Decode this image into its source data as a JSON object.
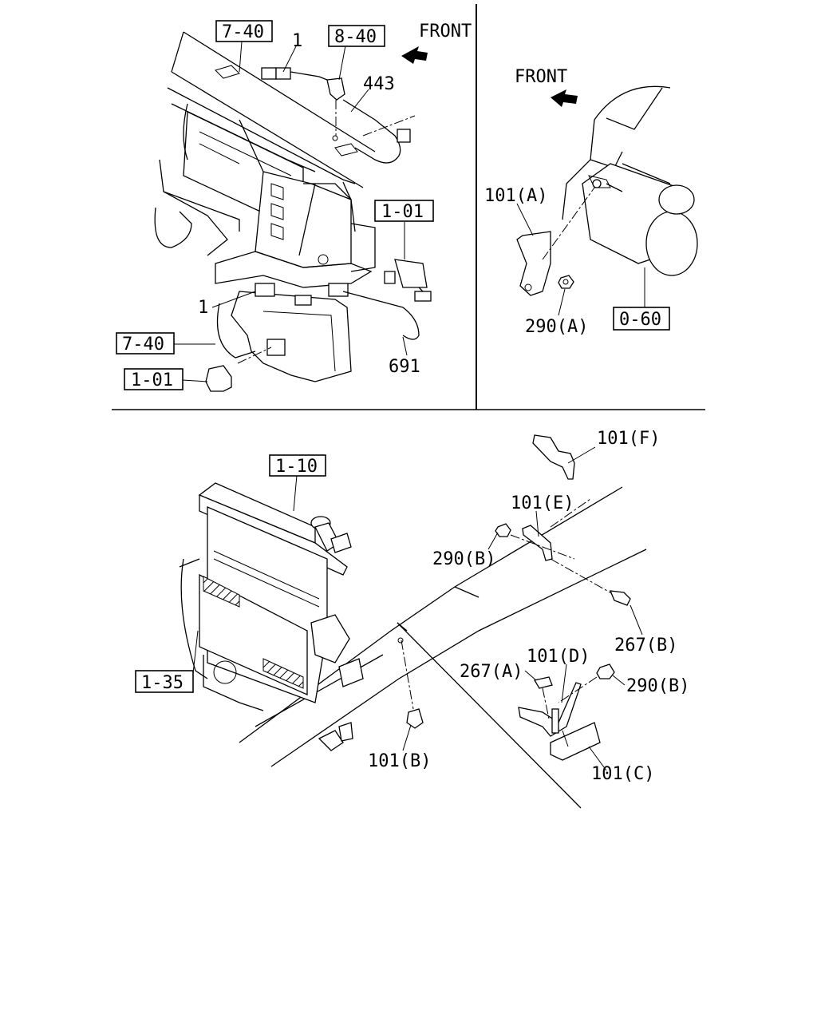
{
  "panels": {
    "top_left": {
      "front_label": "FRONT",
      "refs": [
        "7-40",
        "8-40",
        "1-01",
        "7-40",
        "1-01"
      ],
      "labels": [
        "1",
        "443",
        "1",
        "691"
      ]
    },
    "top_right": {
      "front_label": "FRONT",
      "refs": [
        "0-60"
      ],
      "labels": [
        "101(A)",
        "290(A)"
      ]
    },
    "bottom": {
      "refs": [
        "1-10",
        "1-35"
      ],
      "labels": [
        "101(F)",
        "101(E)",
        "290(B)",
        "267(B)",
        "101(D)",
        "267(A)",
        "290(B)",
        "101(C)",
        "101(B)"
      ]
    }
  }
}
